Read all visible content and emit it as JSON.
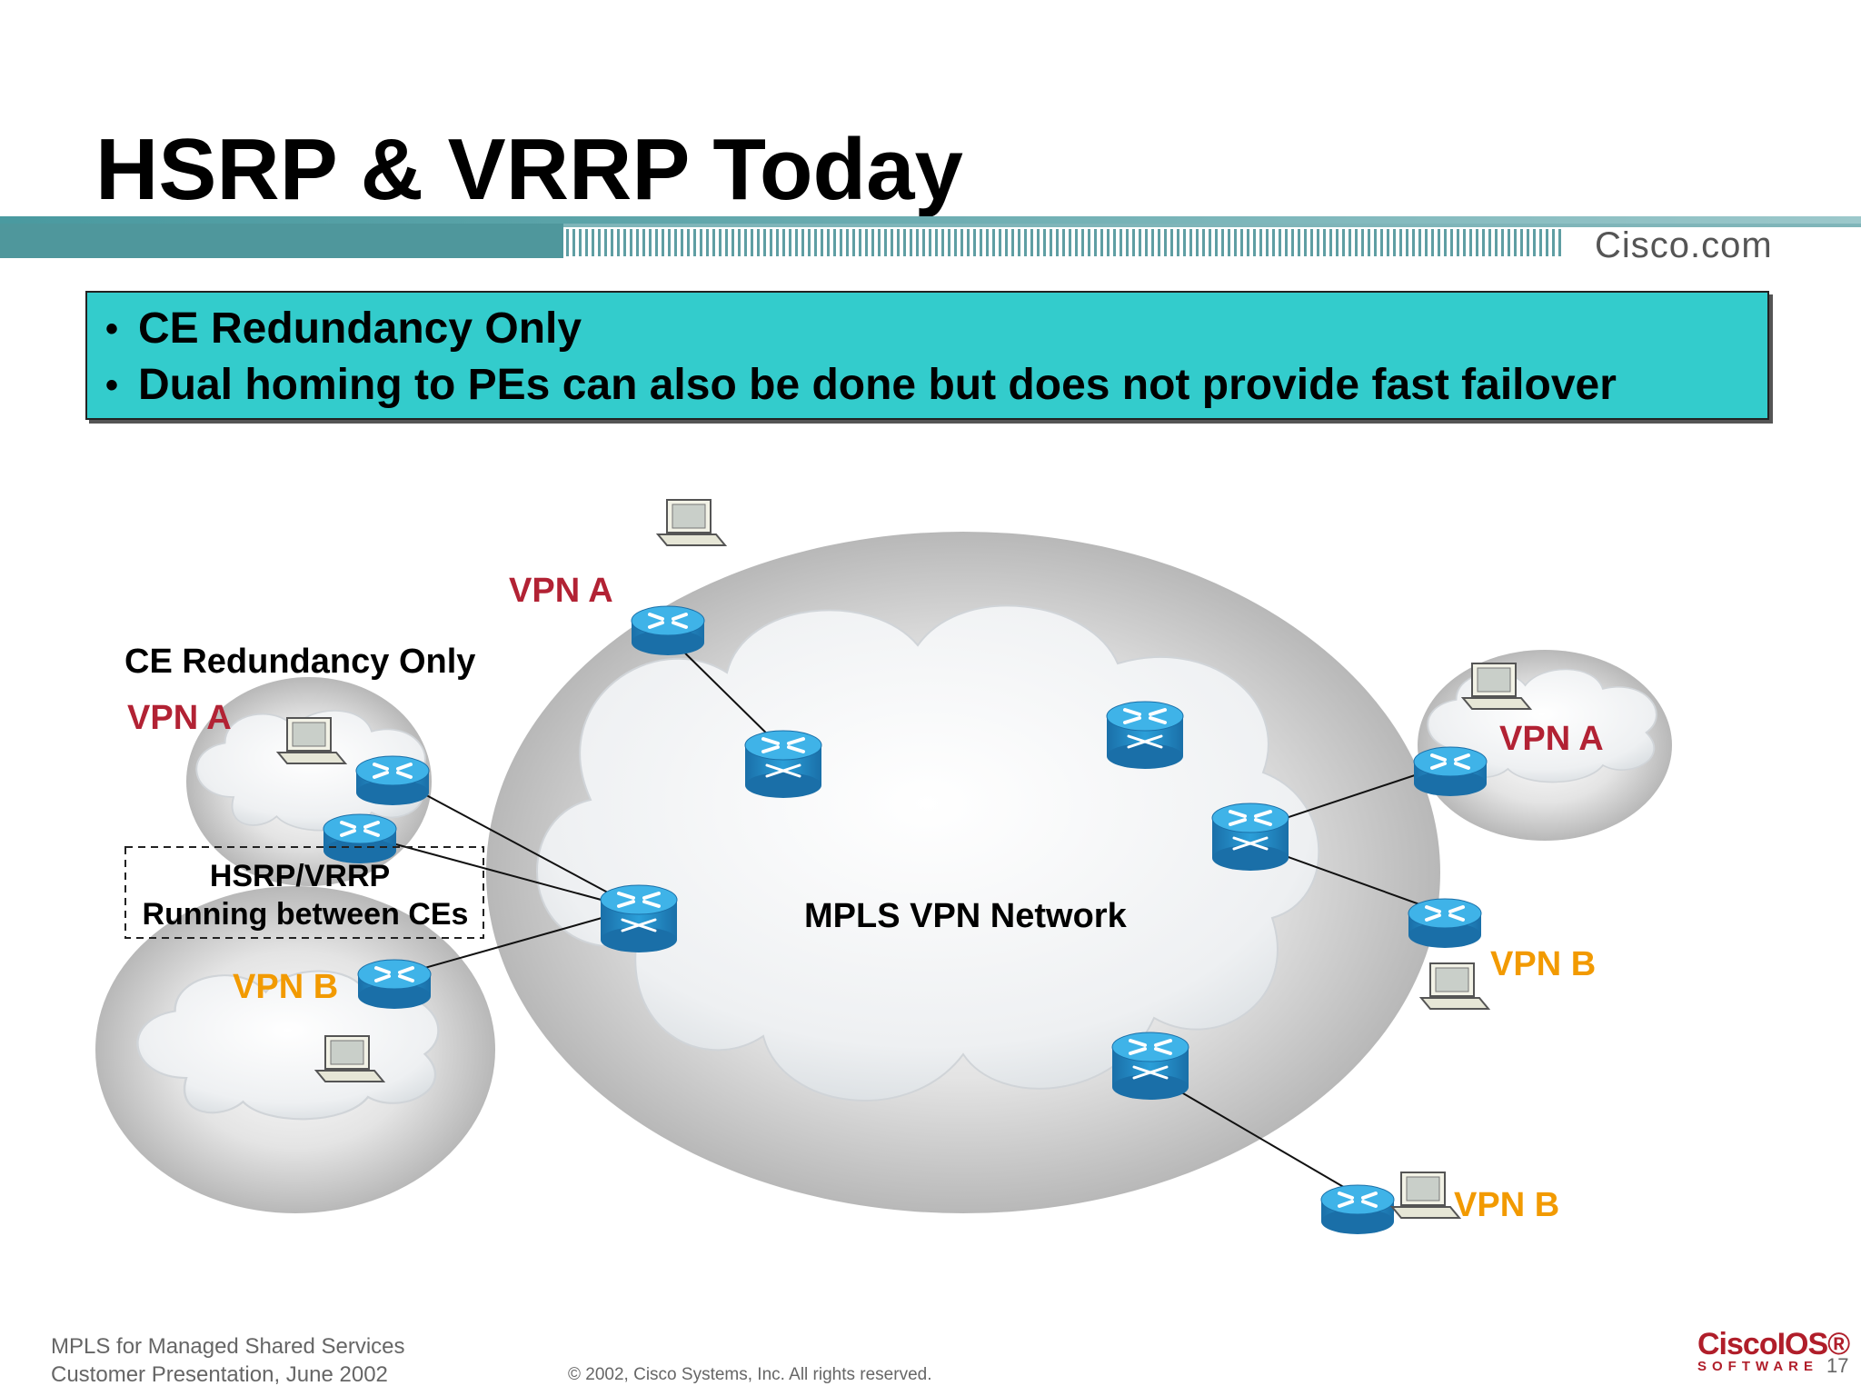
{
  "slide": {
    "title": "HSRP & VRRP Today",
    "brand": "Cisco.com"
  },
  "bullets": [
    "CE Redundancy Only",
    "Dual homing to PEs can also be done but does not provide fast failover"
  ],
  "diagram": {
    "section_label": "CE Redundancy Only",
    "hsrp_label_line1": "HSRP/VRRP",
    "hsrp_label_line2": "Running between CEs",
    "core_label": "MPLS VPN Network",
    "vpn_labels": {
      "left_a": "VPN A",
      "left_b": "VPN B",
      "top_a": "VPN A",
      "right_a": "VPN A",
      "right_b": "VPN B",
      "bottom_b": "VPN B"
    },
    "colors": {
      "vpn_a": "#b22234",
      "vpn_b": "#f29a00",
      "router": "#2b9fd9",
      "bullet_box": "#33cccc"
    }
  },
  "footer": {
    "line1": "MPLS for Managed Shared Services",
    "line2": "Customer Presentation, June 2002",
    "copyright": "© 2002, Cisco Systems, Inc. All rights reserved.",
    "logo_main": "CiscoIOS®",
    "logo_sub": "SOFTWARE",
    "page_number": "17"
  }
}
